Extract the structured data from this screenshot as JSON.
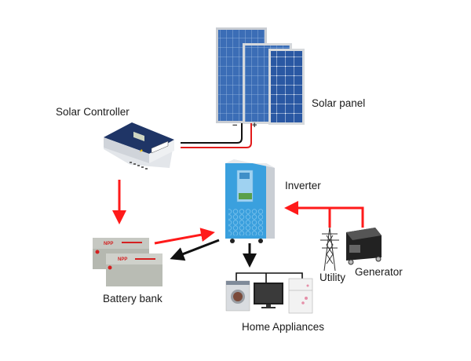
{
  "diagram": {
    "title": "Off-grid solar power system",
    "components": {
      "solar_panel": {
        "label": "Solar panel",
        "terminals": {
          "negative": "−",
          "positive": "+"
        }
      },
      "solar_controller": {
        "label": "Solar Controller"
      },
      "inverter": {
        "label": "Inverter"
      },
      "battery_bank": {
        "label": "Battery bank",
        "brand": "NPP",
        "count": 2
      },
      "utility": {
        "label": "Utility"
      },
      "generator": {
        "label": "Generator"
      },
      "home_appliances": {
        "label": "Home Appliances",
        "items": [
          "Washing machine",
          "Television",
          "Refrigerator"
        ]
      }
    },
    "connections": [
      {
        "from": "solar_panel",
        "to": "solar_controller",
        "type": "dc-cable",
        "wires": [
          "black",
          "red"
        ]
      },
      {
        "from": "solar_controller",
        "to": "battery_bank",
        "type": "arrow",
        "color": "red"
      },
      {
        "from": "battery_bank",
        "to": "inverter",
        "type": "arrow",
        "color": "red"
      },
      {
        "from": "inverter",
        "to": "battery_bank",
        "type": "arrow",
        "color": "black"
      },
      {
        "from": "utility",
        "to": "inverter",
        "type": "arrow",
        "color": "red"
      },
      {
        "from": "generator",
        "to": "inverter",
        "type": "arrow",
        "color": "red"
      },
      {
        "from": "inverter",
        "to": "home_appliances",
        "type": "arrow",
        "color": "black"
      }
    ],
    "colors": {
      "charge_arrow": "#ff1a1a",
      "output_arrow": "#111111",
      "panel_blue": "#2d5fa8",
      "inverter_blue": "#3aa0de",
      "battery_gray": "#b9bcb4"
    }
  }
}
